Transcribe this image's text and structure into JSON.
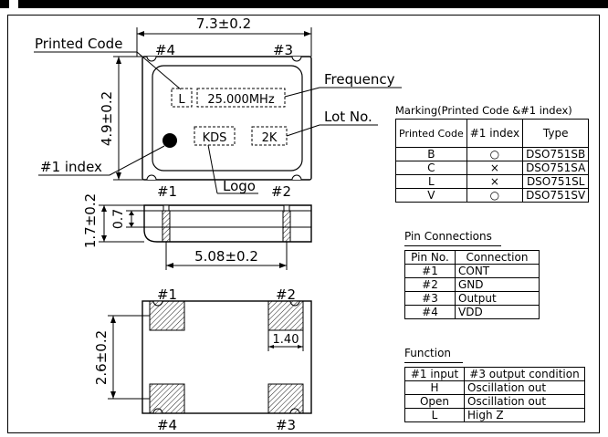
{
  "drawing": {
    "dims": {
      "length": "7.3±0.2",
      "width": "4.9±0.2",
      "height": "1.7±0.2",
      "base": "0.7",
      "pitch": "5.08±0.2",
      "pad_pitch": "2.6±0.2",
      "pad_size": "1.40"
    },
    "pins": {
      "p1": "#1",
      "p2": "#2",
      "p3": "#3",
      "p4": "#4"
    },
    "labels": {
      "printed_code": "Printed Code",
      "frequency": "Frequency",
      "lot_no": "Lot No.",
      "index": "#1 index",
      "logo": "Logo"
    },
    "marking": {
      "code": "L",
      "freq": "25.000MHz",
      "logo": "KDS",
      "lot": "2K"
    }
  },
  "marking_table": {
    "title": "Marking(Printed Code &#1 index)",
    "headers": {
      "code": "Printed Code",
      "index": "#1 index",
      "type": "Type"
    },
    "rows": [
      {
        "code": "B",
        "index": "○",
        "type": "DSO751SB"
      },
      {
        "code": "C",
        "index": "×",
        "type": "DSO751SA"
      },
      {
        "code": "L",
        "index": "×",
        "type": "DSO751SL"
      },
      {
        "code": "V",
        "index": "○",
        "type": "DSO751SV"
      }
    ]
  },
  "pin_table": {
    "title": "Pin Connections",
    "headers": {
      "pin": "Pin No.",
      "conn": "Connection"
    },
    "rows": [
      {
        "pin": "#1",
        "conn": "CONT"
      },
      {
        "pin": "#2",
        "conn": "GND"
      },
      {
        "pin": "#3",
        "conn": "Output"
      },
      {
        "pin": "#4",
        "conn": "VDD"
      }
    ]
  },
  "function_table": {
    "title": "Function",
    "headers": {
      "input": "#1 input",
      "output": "#3 output condition"
    },
    "rows": [
      {
        "input": "H",
        "output": "Oscillation out"
      },
      {
        "input": "Open",
        "output": "Oscillation out"
      },
      {
        "input": "L",
        "output": "High Z"
      }
    ]
  }
}
